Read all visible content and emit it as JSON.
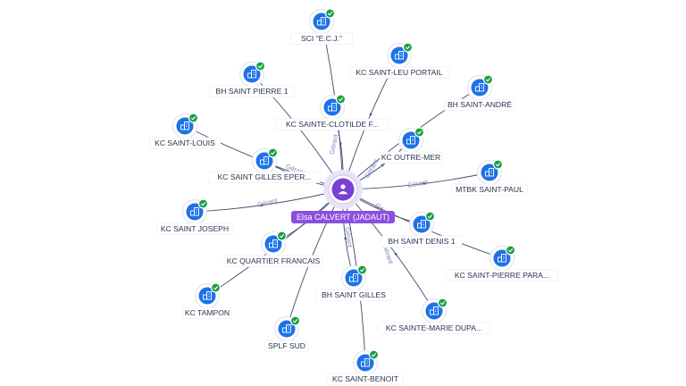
{
  "center": {
    "label": "Elsa CALVERT (JADAUT)",
    "icon": "person-icon"
  },
  "relation_label": "Gérant",
  "colors": {
    "company": "#1d72e8",
    "status_ok": "#1b9e46",
    "person": "#7a3fd6",
    "edge": "#3e4a6b",
    "edge_label": "#7f87b8"
  },
  "nodes": [
    {
      "id": "sci-ecj",
      "label": "SCI \"E.C.J.\"",
      "icon": "building-icon"
    },
    {
      "id": "kc-saint-leu-portail",
      "label": "KC SAINT-LEU PORTAIL",
      "icon": "building-icon"
    },
    {
      "id": "bh-saint-pierre-1",
      "label": "BH SAINT PIERRE 1",
      "icon": "building-icon"
    },
    {
      "id": "bh-saint-andre",
      "label": "BH SAINT-ANDRÉ",
      "icon": "building-icon"
    },
    {
      "id": "kc-sainte-clotilde",
      "label": "KC SAINTE-CLOTILDE F...",
      "icon": "building-icon"
    },
    {
      "id": "kc-saint-louis",
      "label": "KC SAINT-LOUIS",
      "icon": "building-icon"
    },
    {
      "id": "kc-outre-mer",
      "label": "KC OUTRE-MER",
      "icon": "building-icon"
    },
    {
      "id": "kc-saint-gilles-eper",
      "label": "KC SAINT GILLES EPER...",
      "icon": "building-icon"
    },
    {
      "id": "mtbk-saint-paul",
      "label": "MTBK SAINT-PAUL",
      "icon": "building-icon"
    },
    {
      "id": "kc-saint-joseph",
      "label": "KC SAINT JOSEPH",
      "icon": "building-icon"
    },
    {
      "id": "bh-saint-denis-1",
      "label": "BH SAINT DENIS 1",
      "icon": "building-icon"
    },
    {
      "id": "kc-quartier-francais",
      "label": "KC QUARTIER FRANCAIS",
      "icon": "building-icon"
    },
    {
      "id": "kc-saint-pierre-para",
      "label": "KC SAINT-PIERRE PARA...",
      "icon": "building-icon"
    },
    {
      "id": "kc-tampon",
      "label": "KC TAMPON",
      "icon": "building-icon"
    },
    {
      "id": "bh-saint-gilles",
      "label": "BH SAINT GILLES",
      "icon": "building-icon"
    },
    {
      "id": "kc-sainte-marie-dupa",
      "label": "KC SAINTE-MARIE DUPA...",
      "icon": "building-icon"
    },
    {
      "id": "splf-sud",
      "label": "SPLF SUD",
      "icon": "building-icon"
    },
    {
      "id": "kc-saint-benoit",
      "label": "KC SAINT-BENOIT",
      "icon": "building-icon"
    }
  ]
}
